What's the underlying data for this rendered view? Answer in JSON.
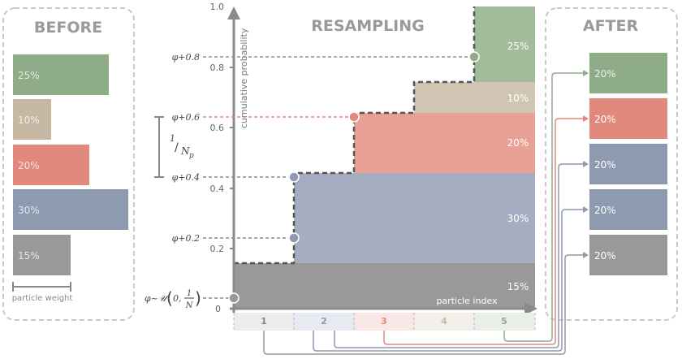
{
  "before": {
    "title": "BEFORE",
    "bars": [
      {
        "label": "25%",
        "weight": 0.25,
        "color": "#8fac88"
      },
      {
        "label": "10%",
        "weight": 0.1,
        "color": "#c7b8a3"
      },
      {
        "label": "20%",
        "weight": 0.2,
        "color": "#e2897d"
      },
      {
        "label": "30%",
        "weight": 0.3,
        "color": "#8e9ab0"
      },
      {
        "label": "15%",
        "weight": 0.15,
        "color": "#9a9898"
      }
    ],
    "scale_label": "particle weight"
  },
  "resampling": {
    "title": "RESAMPLING",
    "y_axis_label": "cumulative probability",
    "x_axis_label": "particle index",
    "y_ticks": [
      "0",
      "0.2",
      "0.4",
      "0.6",
      "0.8",
      "1.0"
    ],
    "x_ticks": [
      "1",
      "2",
      "3",
      "4",
      "5"
    ],
    "band_labels": [
      "15%",
      "30%",
      "20%",
      "10%",
      "25%"
    ],
    "phi_labels": [
      "φ+0.2",
      "φ+0.4",
      "φ+0.6",
      "φ+0.8"
    ],
    "phi_start_label": "φ~𝒰",
    "phi_dist_args": [
      "0,",
      "1",
      "N"
    ],
    "interval_label_num": "1",
    "interval_label_den": "N",
    "interval_label_sub": "p"
  },
  "after": {
    "title": "AFTER",
    "bars": [
      {
        "label": "20%",
        "color": "#8fac88"
      },
      {
        "label": "20%",
        "color": "#e2897d"
      },
      {
        "label": "20%",
        "color": "#8e9ab0"
      },
      {
        "label": "20%",
        "color": "#8e9ab0"
      },
      {
        "label": "20%",
        "color": "#9a9898"
      }
    ]
  }
}
